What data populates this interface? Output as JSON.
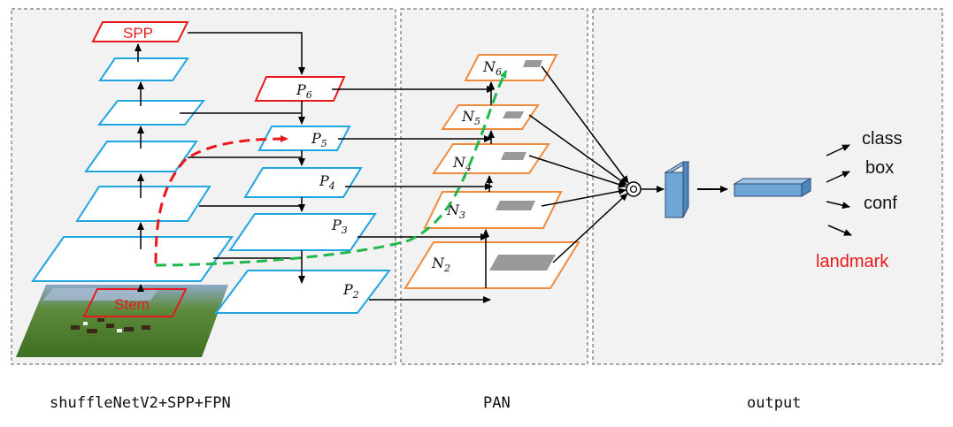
{
  "backbone": {
    "spp_label": "SPP",
    "stem_label": "Stem",
    "caption": "shuffleNetV2+SPP+FPN"
  },
  "fpn": {
    "p6": {
      "main": "P",
      "sub": "6"
    },
    "p5": {
      "main": "P",
      "sub": "5"
    },
    "p4": {
      "main": "P",
      "sub": "4"
    },
    "p3": {
      "main": "P",
      "sub": "3"
    },
    "p2": {
      "main": "P",
      "sub": "2"
    }
  },
  "pan": {
    "caption": "PAN",
    "n6": {
      "main": "N",
      "sub": "6"
    },
    "n5": {
      "main": "N",
      "sub": "5"
    },
    "n4": {
      "main": "N",
      "sub": "4"
    },
    "n3": {
      "main": "N",
      "sub": "3"
    },
    "n2": {
      "main": "N",
      "sub": "2"
    }
  },
  "output": {
    "caption": "output",
    "labels": [
      "class",
      "box",
      "conf",
      "landmark"
    ]
  },
  "colors": {
    "backbone_layer": "#1fa5e0",
    "highlight": "#e8191c",
    "pan_layer": "#f08a3c",
    "green_path": "#1fb84a",
    "panel_bg": "#f2f2f2",
    "block": "#6fa6d8"
  }
}
